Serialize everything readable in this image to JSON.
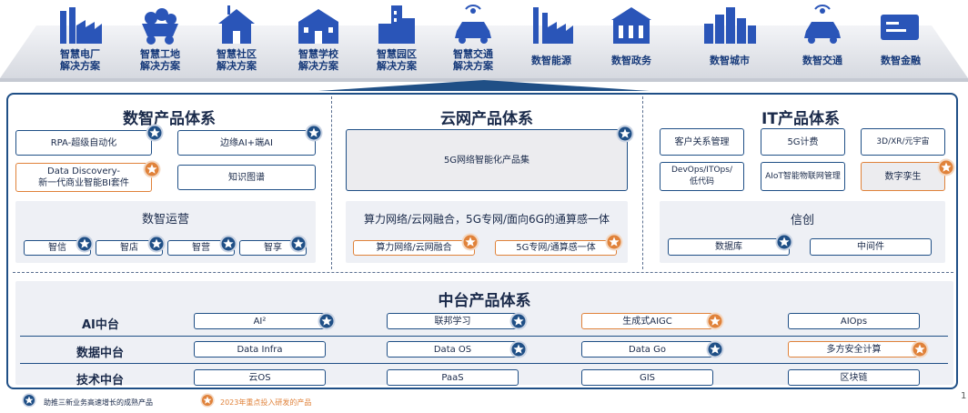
{
  "top_items": [
    {
      "label": "智慧电厂\n解决方案",
      "icon": "power-plant-icon"
    },
    {
      "label": "智慧工地\n解决方案",
      "icon": "construction-site-icon"
    },
    {
      "label": "智慧社区\n解决方案",
      "icon": "community-icon"
    },
    {
      "label": "智慧学校\n解决方案",
      "icon": "school-icon"
    },
    {
      "label": "智慧园区\n解决方案",
      "icon": "industrial-park-icon"
    },
    {
      "label": "智慧交通\n解决方案",
      "icon": "connected-car-icon"
    },
    {
      "label": "数智能源",
      "icon": "energy-factory-icon"
    },
    {
      "label": "数智政务",
      "icon": "government-building-icon"
    },
    {
      "label": "数智城市",
      "icon": "city-skyline-icon"
    },
    {
      "label": "数智交通",
      "icon": "connected-car-icon"
    },
    {
      "label": "数智金融",
      "icon": "bank-card-icon"
    }
  ],
  "digital_products": {
    "title": "数智产品体系",
    "items": [
      "RPA-超级自动化",
      "边缘AI+端AI",
      "Data Discovery-\n新一代商业智能BI套件",
      "知识图谱"
    ],
    "ops_title": "数智运营",
    "ops_items": [
      "智信",
      "智店",
      "智营",
      "智享"
    ]
  },
  "cloud_products": {
    "title": "云网产品体系",
    "main_item": "5G网络智能化产品集",
    "sub_title": "算力网络/云网融合，5G专网/面向6G的通算感一体",
    "sub_items": [
      "算力网络/云网融合",
      "5G专网/通算感一体"
    ]
  },
  "it_products": {
    "title": "IT产品体系",
    "items": [
      "客户关系管理",
      "5G计费",
      "3D/XR/元宇宙",
      "DevOps/ITOps/\n低代码",
      "AIoT智能物联网管理",
      "数字孪生"
    ],
    "xinchuang_title": "信创",
    "xinchuang_items": [
      "数据库",
      "中间件"
    ]
  },
  "middle_platform": {
    "title": "中台产品体系",
    "rows": [
      {
        "label": "AI中台",
        "items": [
          "AI²",
          "联邦学习",
          "生成式AIGC",
          "AIOps"
        ]
      },
      {
        "label": "数据中台",
        "items": [
          "Data Infra",
          "Data OS",
          "Data Go",
          "多方安全计算"
        ]
      },
      {
        "label": "技术中台",
        "items": [
          "云OS",
          "PaaS",
          "GIS",
          "区块链"
        ]
      }
    ]
  },
  "legend": {
    "blue": "助推三新业务高速增长的成熟产品",
    "orange": "2023年重点投入研发的产品"
  },
  "page_number": "1",
  "colors": {
    "blue_badge": "#1f4f86",
    "orange_badge": "#e0823a",
    "border": "#1f4f86",
    "icon_fill": "#2a55b8"
  }
}
